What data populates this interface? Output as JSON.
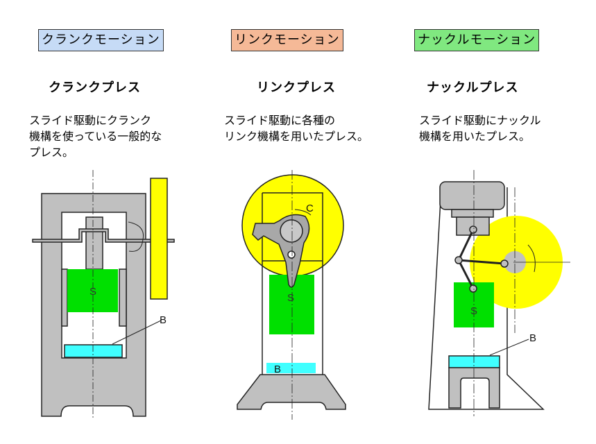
{
  "columns": [
    {
      "header": "クランクモーション",
      "header_color": "#c6dbf6",
      "title": "クランクプレス",
      "desc": [
        "スライド駆動にクランク",
        "機構を使っている一般的な",
        "プレス。"
      ]
    },
    {
      "header": "リンクモーション",
      "header_color": "#f5b997",
      "title": "リンクプレス",
      "desc": [
        "スライド駆動に各種の",
        "リンク機構を用いたプレス。"
      ]
    },
    {
      "header": "ナックルモーション",
      "header_color": "#80e880",
      "title": "ナックルプレス",
      "desc": [
        "スライド駆動にナックル",
        "機構を用いたプレス。"
      ]
    }
  ],
  "labels": {
    "slide": "S",
    "bolster": "B",
    "crank": "C"
  },
  "colors": {
    "frame": "#c0c0c0",
    "slide": "#00e000",
    "bolster": "#40ffff",
    "flywheel": "#ffff00"
  }
}
